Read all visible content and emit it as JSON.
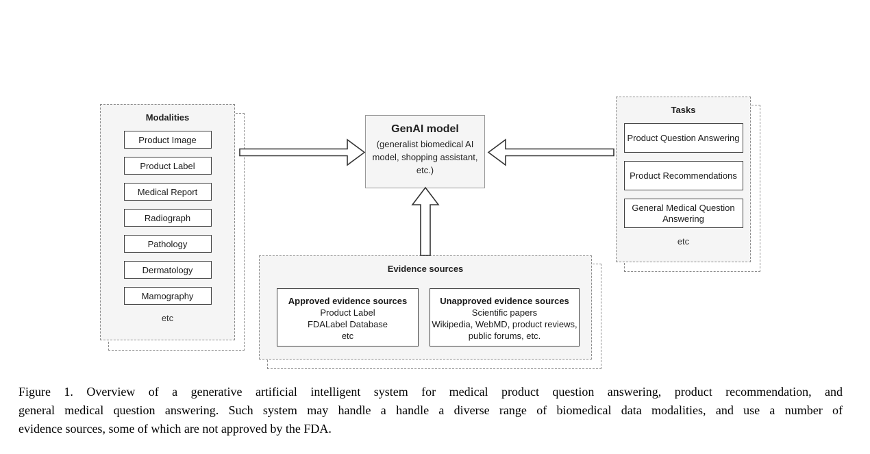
{
  "colors": {
    "panel_fill": "#f5f5f5",
    "panel_dashed_border": "#8c8c8c",
    "item_box_border": "#404040",
    "genai_box_border": "#999999",
    "text": "#1a1a1a"
  },
  "diagram": {
    "modalities": {
      "title": "Modalities",
      "items": [
        "Product Image",
        "Product Label",
        "Medical Report",
        "Radiograph",
        "Pathology",
        "Dermatology",
        "Mamography"
      ],
      "footer": "etc"
    },
    "genai_model": {
      "title": "GenAI model",
      "subtitle": "(generalist biomedical AI model, shopping assistant, etc.)"
    },
    "tasks": {
      "title": "Tasks",
      "items": [
        "Product Question Answering",
        "Product Recommendations",
        "General Medical Question Answering"
      ],
      "footer": "etc"
    },
    "evidence_sources": {
      "title": "Evidence sources",
      "approved": {
        "title": "Approved evidence sources",
        "lines": [
          "Product Label",
          "FDALabel Database",
          "etc"
        ]
      },
      "unapproved": {
        "title": "Unapproved evidence sources",
        "lines": [
          "Scientific papers",
          "Wikipedia, WebMD, product reviews, public forums, etc."
        ]
      }
    }
  },
  "caption": {
    "lines": [
      "Figure 1.  Overview of a generative artificial intelligent system for medical product question answering, product recommendation, and",
      "general medical question answering. Such system may handle a handle a diverse range of biomedical data modalities, and use a number of",
      "evidence sources, some of which are not approved by the FDA."
    ]
  }
}
